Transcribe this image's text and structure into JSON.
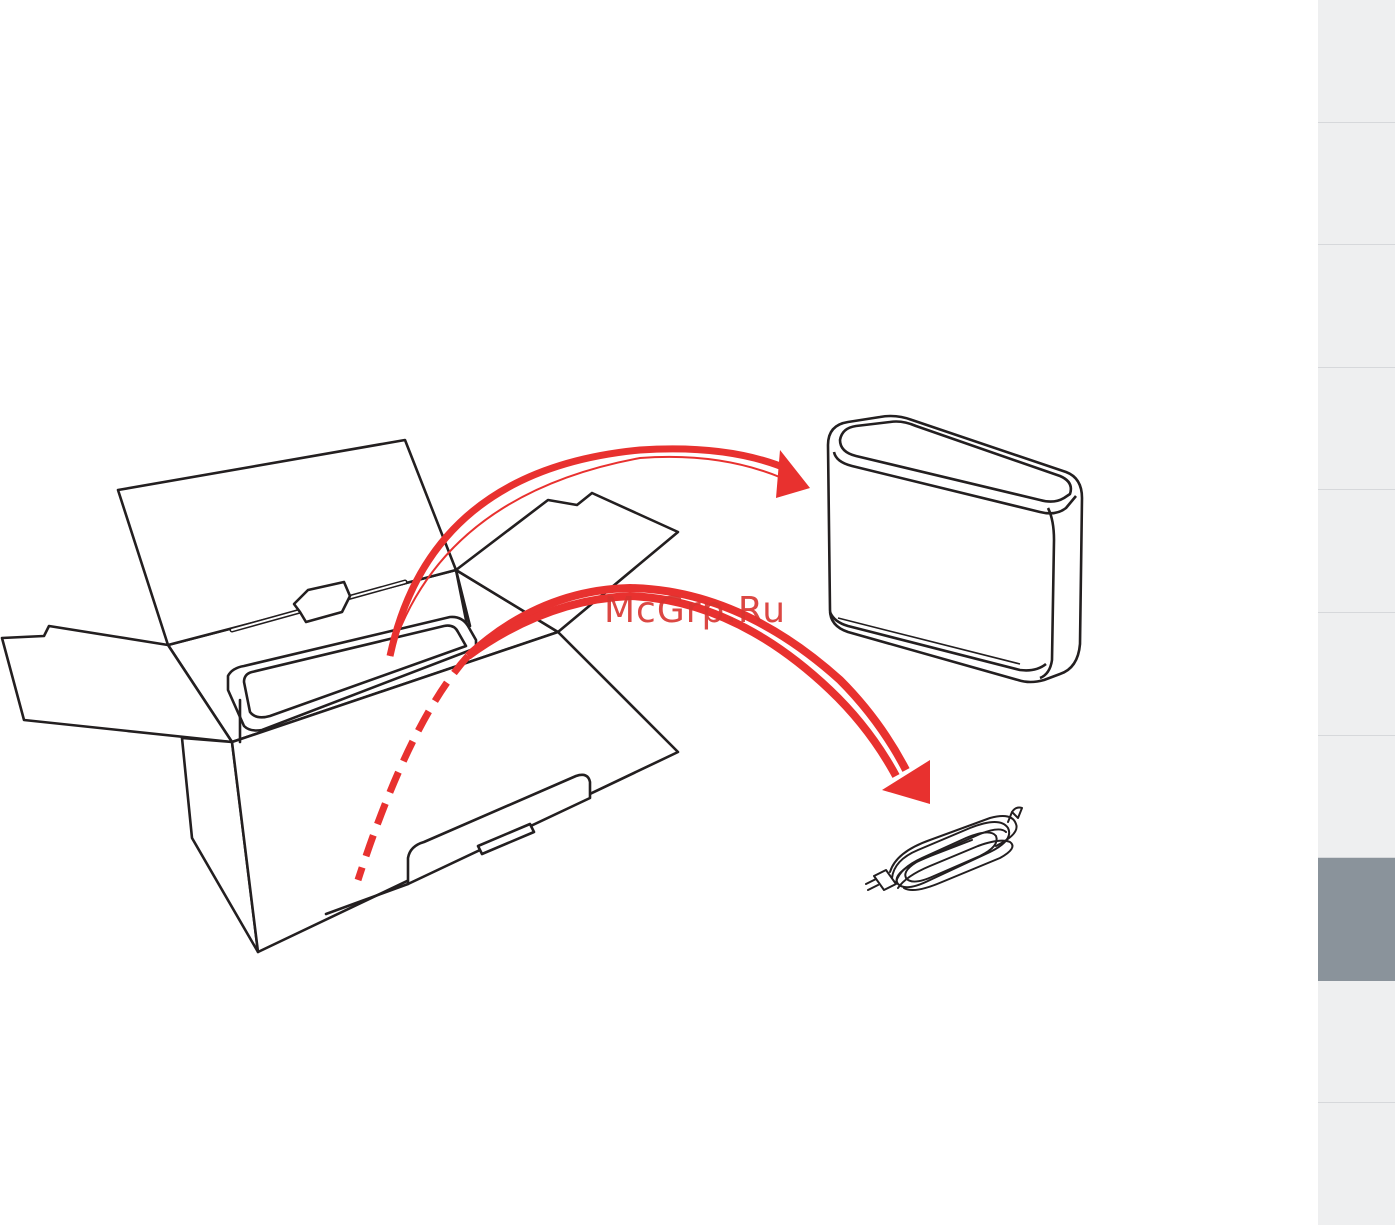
{
  "watermark": {
    "text": "McGrp.Ru"
  },
  "side_tabs": {
    "count": 10,
    "active_index": 7
  },
  "colors": {
    "arrow": "#e8312f",
    "line": "#231f20",
    "tab_bg": "#eeeff0",
    "tab_active": "#8a939b"
  },
  "illustration": {
    "items": [
      "box-icon",
      "speaker-icon",
      "power-cord-icon",
      "arrow-icon"
    ]
  }
}
